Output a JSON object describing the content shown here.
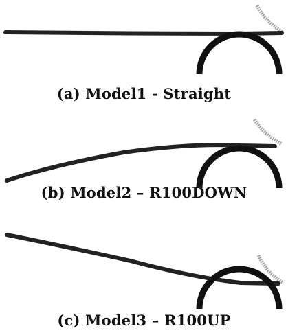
{
  "panels": [
    {
      "caption": "(a) Model1 - Straight"
    },
    {
      "caption": "(b) Model2 – R100DOWN"
    },
    {
      "caption": "(c) Model3 – R100UP"
    }
  ],
  "colors": {
    "sheet": "#222222",
    "lower_roller": "#111111",
    "upper_roller": "#a8a8a8",
    "caption": "#111111"
  }
}
